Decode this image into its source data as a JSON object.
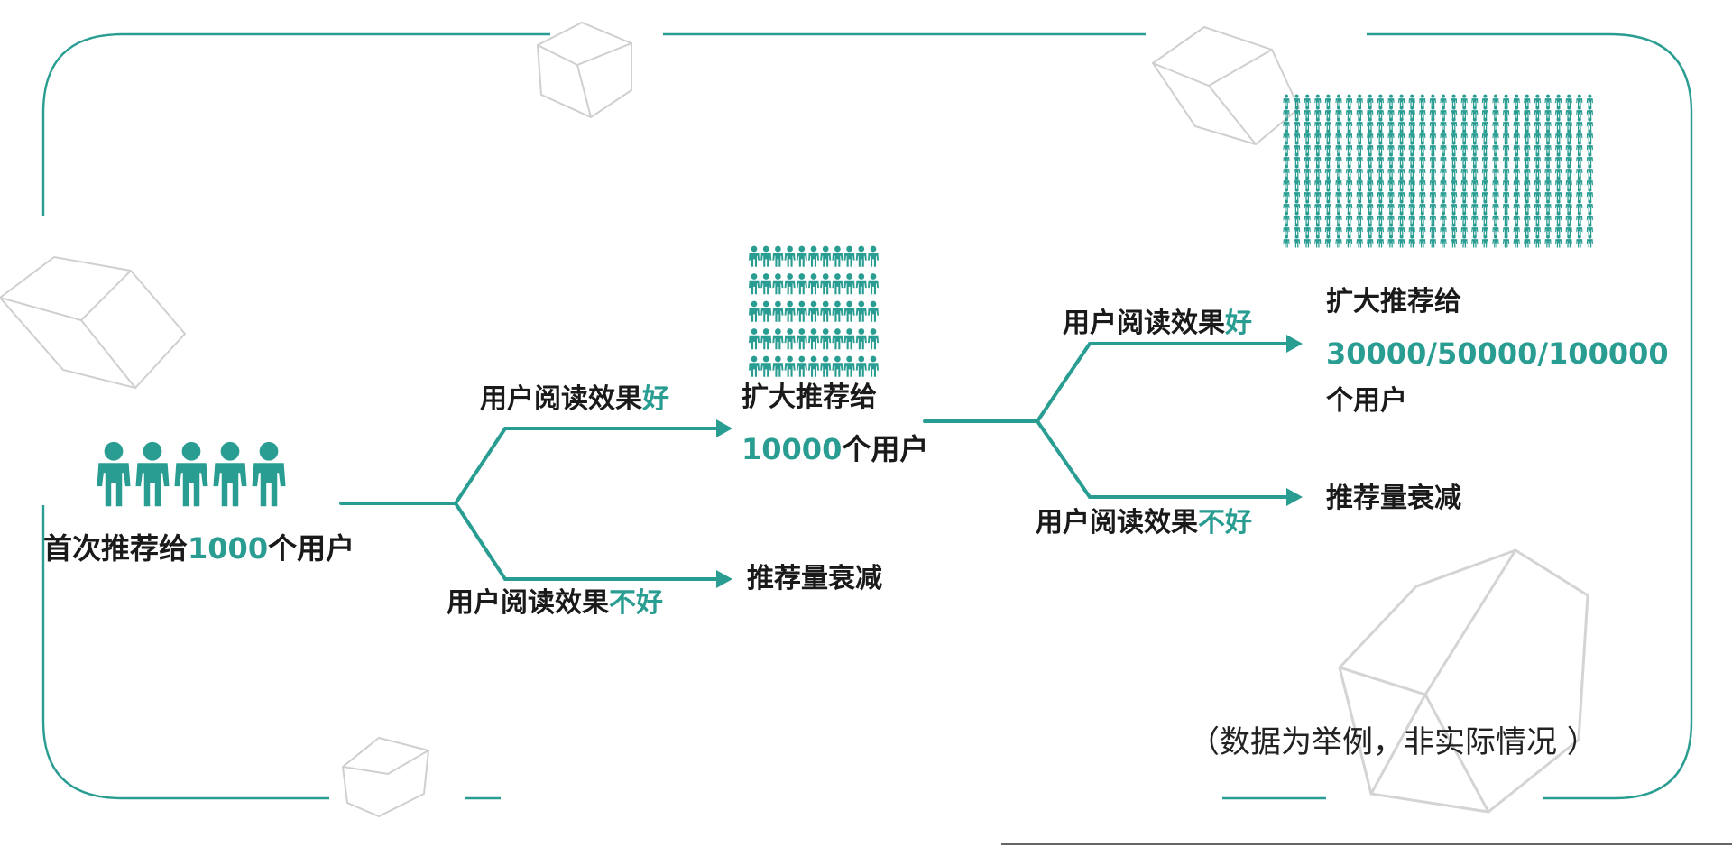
{
  "colors": {
    "accent": "#2a9d92",
    "text": "#1a1a1a",
    "frame": "#2a9d92",
    "decor": "#c8c8c8"
  },
  "icons": {
    "person": "person-icon",
    "arrow": "arrow-head-icon",
    "decor": "open-box-outline-icon"
  },
  "stage1": {
    "prefix": "首次推荐给",
    "count": "1000",
    "suffix": "个用户",
    "icon_count": 5
  },
  "branch1": {
    "good": {
      "prefix": "用户阅读效果",
      "flag": "好"
    },
    "bad": {
      "prefix": "用户阅读效果",
      "flag": "不好"
    },
    "good_result": {
      "line1": "扩大推荐给",
      "count": "10000",
      "suffix": "个用户"
    },
    "bad_result": "推荐量衰减",
    "crowd": {
      "rows": 5,
      "cols": 11
    }
  },
  "branch2": {
    "good": {
      "prefix": "用户阅读效果",
      "flag": "好"
    },
    "bad": {
      "prefix": "用户阅读效果",
      "flag": "不好"
    },
    "good_result": {
      "line1": "扩大推荐给",
      "count": "30000/50000/100000",
      "suffix": "个用户"
    },
    "bad_result": "推荐量衰减",
    "crowd": {
      "rows": 13,
      "cols": 30
    }
  },
  "note": "（数据为举例，非实际情况 ）"
}
